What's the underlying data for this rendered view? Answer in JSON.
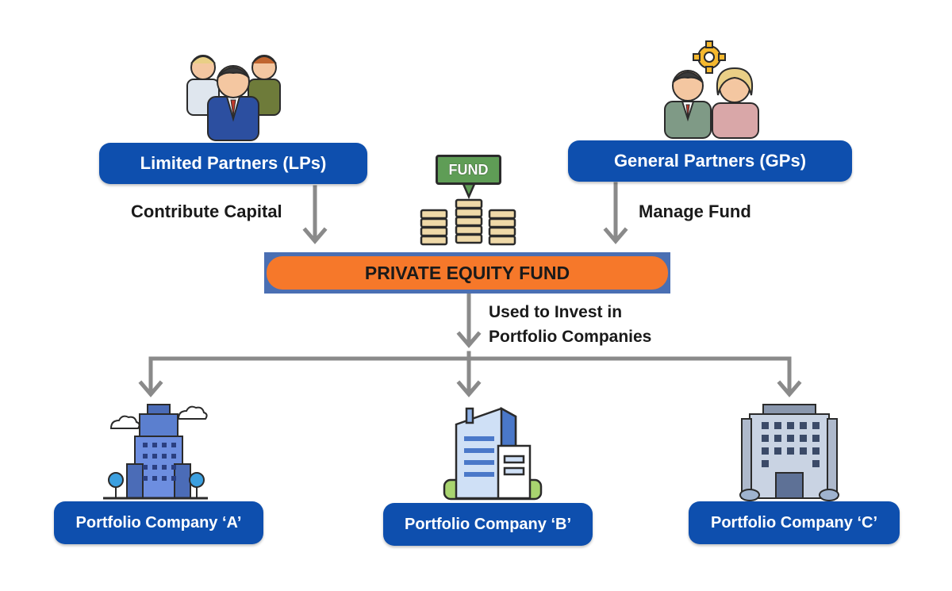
{
  "lp_box": "Limited Partners (LPs)",
  "gp_box": "General Partners (GPs)",
  "contribute_label": "Contribute Capital",
  "manage_label": "Manage Fund",
  "fund_tag": "FUND",
  "fund_bar": "PRIVATE EQUITY FUND",
  "invest_label": {
    "line1": "Used to Invest in",
    "line2": "Portfolio Companies"
  },
  "companies": [
    "Portfolio Company ‘A’",
    "Portfolio Company ‘B’",
    "Portfolio Company ‘C’"
  ],
  "colors": {
    "pill_blue": "#0e4fae",
    "fund_orange": "#f6782a",
    "arrow_gray": "#8a8a8a",
    "fund_tag_green": "#5f9d56"
  },
  "icons": [
    "lp-people-icon",
    "gp-people-gear-icon",
    "money-stacks-icon",
    "skyscraper-a-icon",
    "office-building-b-icon",
    "office-building-c-icon"
  ]
}
